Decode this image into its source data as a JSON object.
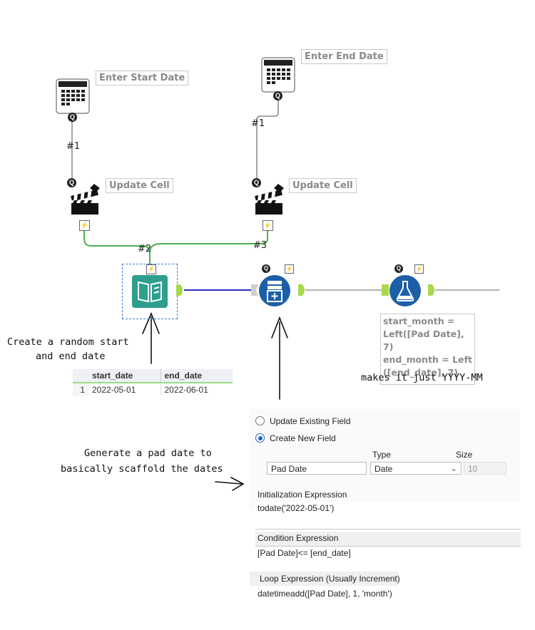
{
  "canvas": {
    "start_date_tool": {
      "annotation": "Enter Start Date",
      "badge": "Q"
    },
    "end_date_tool": {
      "annotation": "Enter End Date",
      "badge": "Q"
    },
    "update_cell_1": {
      "annotation": "Update Cell",
      "badge": "Q"
    },
    "update_cell_2": {
      "annotation": "Update Cell",
      "badge": "Q"
    },
    "connection_labels": [
      "#1",
      "#1",
      "#2",
      "#3"
    ],
    "lightning": "⚡",
    "formula_annotation": [
      "start_month =",
      "Left([Pad Date], 7)",
      "end_month = Left",
      "([end_date], 7)"
    ],
    "colors": {
      "connector_green": "#4caf50",
      "connector_blue": "#2c2cc4",
      "text_input_teal": "#2e9e8f",
      "gen_rows_blue": "#1c5fa8"
    }
  },
  "handwritten": {
    "random_note_line1": "Create a random start",
    "random_note_line2": "and end date",
    "pad_note_line1": "Generate a pad date to",
    "pad_note_line2": "basically scaffold the dates",
    "formula_note": "makes it just YYYY-MM"
  },
  "data_table": {
    "headers": [
      "",
      "start_date",
      "end_date"
    ],
    "rows": [
      [
        "1",
        "2022-05-01",
        "2022-06-01"
      ]
    ]
  },
  "config_panel": {
    "option_update": "Update Existing Field",
    "option_create": "Create New  Field",
    "type_label": "Type",
    "size_label": "Size",
    "field_name": "Pad Date",
    "field_type": "Date",
    "field_size": "10",
    "init_label": "Initialization Expression",
    "init_value": "todate('2022-05-01')",
    "cond_label": "Condition Expression",
    "cond_value": "[Pad Date]<= [end_date]",
    "loop_label": "Loop Expression (Usually Increment)",
    "loop_value": "datetimeadd([Pad Date], 1, 'month')"
  }
}
